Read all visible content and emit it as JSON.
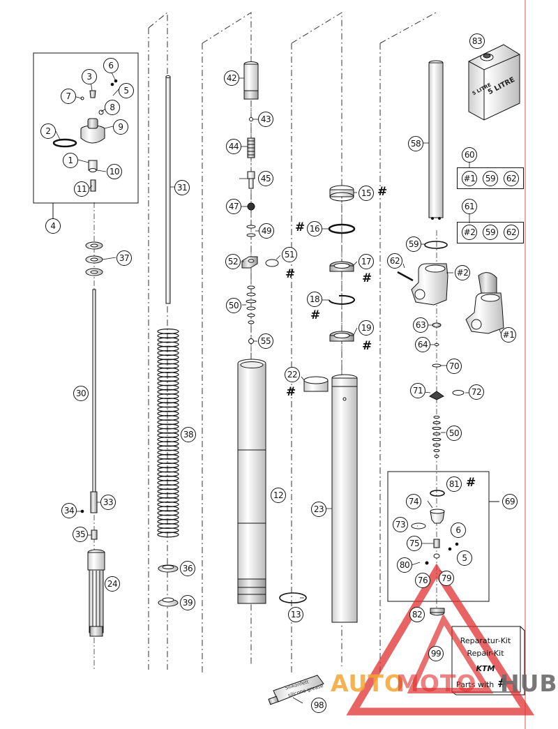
{
  "diagram": {
    "callouts": {
      "n1": "1",
      "n2": "2",
      "n3": "3",
      "n4": "4",
      "n5": "5",
      "n6": "6",
      "n7": "7",
      "n8": "8",
      "n9": "9",
      "n10": "10",
      "n11": "11",
      "n12": "12",
      "n13": "13",
      "n15": "15",
      "n16": "16",
      "n17": "17",
      "n18": "18",
      "n19": "19",
      "n22": "22",
      "n23": "23",
      "n24": "24",
      "n30": "30",
      "n31": "31",
      "n33": "33",
      "n34": "34",
      "n35": "35",
      "n36": "36",
      "n37": "37",
      "n38": "38",
      "n39": "39",
      "n42": "42",
      "n43": "43",
      "n44": "44",
      "n45": "45",
      "n47": "47",
      "n49": "49",
      "n50a": "50",
      "n51": "51",
      "n52": "52",
      "n55": "55",
      "n58": "58",
      "n59a": "59",
      "n60": "60",
      "n61": "61",
      "n62a": "62",
      "n63": "63",
      "n64": "64",
      "n69": "69",
      "n70": "70",
      "n71": "71",
      "n72": "72",
      "n50b": "50",
      "n73": "73",
      "n74": "74",
      "n75": "75",
      "n6b": "6",
      "n5b": "5",
      "n76": "76",
      "n79": "79",
      "n80": "80",
      "n81": "81",
      "n82": "82",
      "n83": "83",
      "n98": "98",
      "n99": "99",
      "k1": "#1",
      "k1b": "59",
      "k1c": "62",
      "k2": "#2",
      "k2b": "59",
      "k2c": "62",
      "c1": "#1",
      "c2": "#2"
    },
    "hash_mark": "#",
    "can_label_a": "5 LITRE",
    "can_label_b": "5 LITRE",
    "tube_label_a": "Silikonfett",
    "tube_label_b": "silicone grease",
    "kit_line1": "Reparatur-Kit",
    "kit_line2": "Repair-Kit",
    "kit_brand": "KTM",
    "kit_line3": "Parts with",
    "watermark_a": "AUTO",
    "watermark_b": "MOTO",
    "watermark_c": "HUB"
  },
  "colors": {
    "line": "#111111",
    "dash": "#333333",
    "watermark_red": "#e03030",
    "watermark_orange": "#f3a533",
    "watermark_gray": "#6a6a6a",
    "margin_red": "#e64b4b"
  }
}
